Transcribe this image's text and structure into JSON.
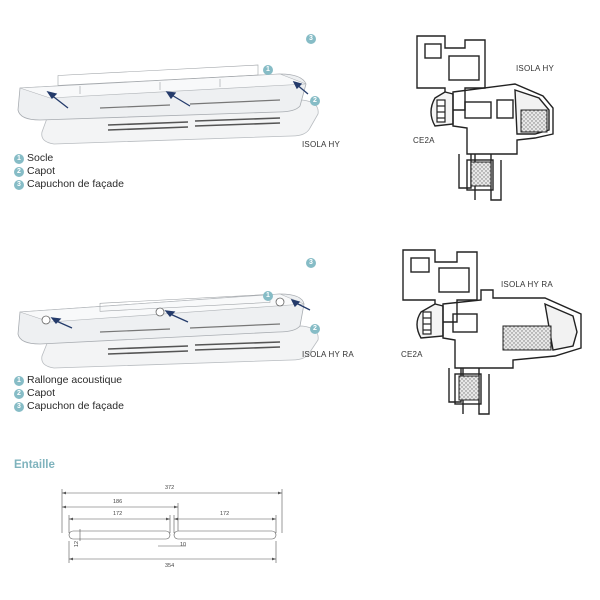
{
  "product1": {
    "model_label": "ISOLA HY",
    "legend": [
      {
        "num": "1",
        "text": "Socle"
      },
      {
        "num": "2",
        "text": "Capot"
      },
      {
        "num": "3",
        "text": "Capuchon de façade"
      }
    ],
    "callouts": [
      "1",
      "2",
      "3"
    ]
  },
  "section1": {
    "model_label": "ISOLA HY",
    "part_label": "CE2A"
  },
  "product2": {
    "model_label": "ISOLA HY RA",
    "legend": [
      {
        "num": "1",
        "text": "Rallonge acoustique"
      },
      {
        "num": "2",
        "text": "Capot"
      },
      {
        "num": "3",
        "text": "Capuchon de façade"
      }
    ],
    "callouts": [
      "1",
      "2",
      "3"
    ]
  },
  "section2": {
    "model_label": "ISOLA HY RA",
    "part_label": "CE2A"
  },
  "entaille": {
    "title": "Entaille",
    "dims": {
      "total_top": "372",
      "left_group": "186",
      "slot_left": "172",
      "slot_right": "172",
      "height": "12",
      "gap": "10",
      "total_bottom": "354"
    }
  },
  "colors": {
    "accent": "#86bcc6",
    "title": "#7fb3bd",
    "line": "#555555"
  }
}
